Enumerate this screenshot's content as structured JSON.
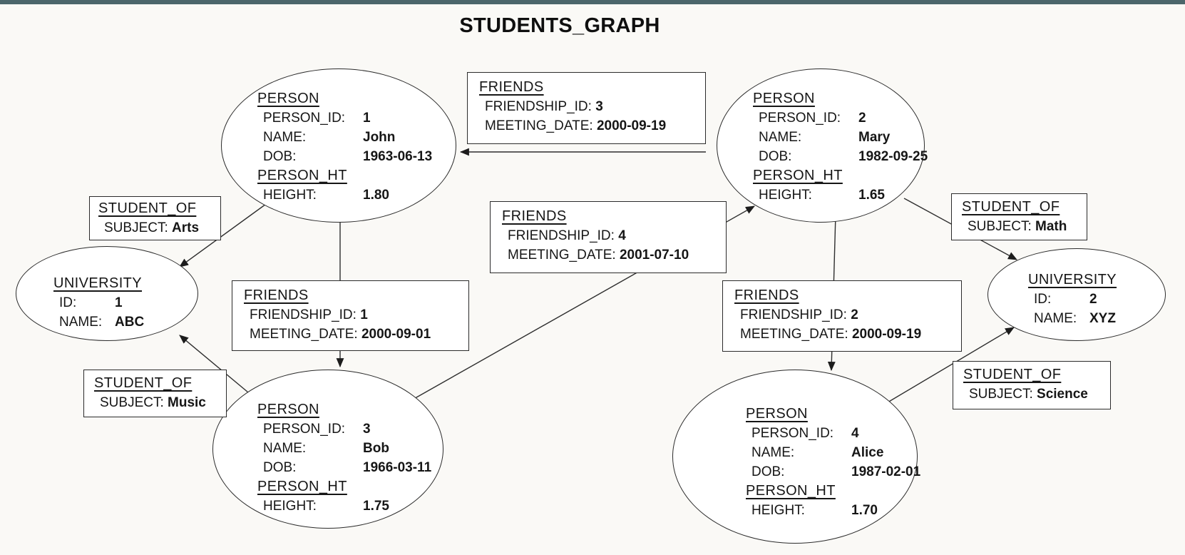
{
  "title": "STUDENTS_GRAPH",
  "colors": {
    "topbar": "#4c666b",
    "background": "#faf9f6",
    "node_border": "#2b2b2b",
    "text": "#161616"
  },
  "persons": {
    "john": {
      "heading": "PERSON",
      "rows": [
        [
          "PERSON_ID:",
          "1"
        ],
        [
          "NAME:",
          "John"
        ],
        [
          "DOB:",
          "1963-06-13"
        ]
      ],
      "heading2": "PERSON_HT",
      "rows2": [
        [
          "HEIGHT:",
          "1.80"
        ]
      ]
    },
    "mary": {
      "heading": "PERSON",
      "rows": [
        [
          "PERSON_ID:",
          "2"
        ],
        [
          "NAME:",
          "Mary"
        ],
        [
          "DOB:",
          "1982-09-25"
        ]
      ],
      "heading2": "PERSON_HT",
      "rows2": [
        [
          "HEIGHT:",
          "1.65"
        ]
      ]
    },
    "bob": {
      "heading": "PERSON",
      "rows": [
        [
          "PERSON_ID:",
          "3"
        ],
        [
          "NAME:",
          "Bob"
        ],
        [
          "DOB:",
          "1966-03-11"
        ]
      ],
      "heading2": "PERSON_HT",
      "rows2": [
        [
          "HEIGHT:",
          "1.75"
        ]
      ]
    },
    "alice": {
      "heading": "PERSON",
      "rows": [
        [
          "PERSON_ID:",
          "4"
        ],
        [
          "NAME:",
          "Alice"
        ],
        [
          "DOB:",
          "1987-02-01"
        ]
      ],
      "heading2": "PERSON_HT",
      "rows2": [
        [
          "HEIGHT:",
          "1.70"
        ]
      ]
    }
  },
  "universities": {
    "u1": {
      "heading": "UNIVERSITY",
      "rows": [
        [
          "ID:",
          "1"
        ],
        [
          "NAME:",
          "ABC"
        ]
      ]
    },
    "u2": {
      "heading": "UNIVERSITY",
      "rows": [
        [
          "ID:",
          "2"
        ],
        [
          "NAME:",
          "XYZ"
        ]
      ]
    }
  },
  "friends": {
    "f1": {
      "heading": "FRIENDS",
      "rows": [
        [
          "FRIENDSHIP_ID:",
          "1"
        ],
        [
          "MEETING_DATE:",
          "2000-09-01"
        ]
      ]
    },
    "f2": {
      "heading": "FRIENDS",
      "rows": [
        [
          "FRIENDSHIP_ID:",
          "2"
        ],
        [
          "MEETING_DATE:",
          "2000-09-19"
        ]
      ]
    },
    "f3": {
      "heading": "FRIENDS",
      "rows": [
        [
          "FRIENDSHIP_ID:",
          "3"
        ],
        [
          "MEETING_DATE:",
          "2000-09-19"
        ]
      ]
    },
    "f4": {
      "heading": "FRIENDS",
      "rows": [
        [
          "FRIENDSHIP_ID:",
          "4"
        ],
        [
          "MEETING_DATE:",
          "2001-07-10"
        ]
      ]
    }
  },
  "student_of": {
    "arts": {
      "heading": "STUDENT_OF",
      "subject_label": "SUBJECT:",
      "subject": "Arts"
    },
    "math": {
      "heading": "STUDENT_OF",
      "subject_label": "SUBJECT:",
      "subject": "Math"
    },
    "music": {
      "heading": "STUDENT_OF",
      "subject_label": "SUBJECT:",
      "subject": "Music"
    },
    "science": {
      "heading": "STUDENT_OF",
      "subject_label": "SUBJECT:",
      "subject": "Science"
    }
  },
  "edges": [
    {
      "source": "Mary",
      "target": "John",
      "relationship": "FRIENDS",
      "id": "3"
    },
    {
      "source": "John",
      "target": "University 1",
      "relationship": "STUDENT_OF",
      "subject": "Arts"
    },
    {
      "source": "John",
      "target": "Bob",
      "relationship": "FRIENDS",
      "id": "1"
    },
    {
      "source": "Bob",
      "target": "University 1",
      "relationship": "STUDENT_OF",
      "subject": "Music"
    },
    {
      "source": "Bob",
      "target": "Mary",
      "relationship": "FRIENDS",
      "id": "4"
    },
    {
      "source": "Mary",
      "target": "Alice",
      "relationship": "FRIENDS",
      "id": "2"
    },
    {
      "source": "Mary",
      "target": "University 2",
      "relationship": "STUDENT_OF",
      "subject": "Math"
    },
    {
      "source": "Alice",
      "target": "University 2",
      "relationship": "STUDENT_OF",
      "subject": "Science"
    }
  ]
}
